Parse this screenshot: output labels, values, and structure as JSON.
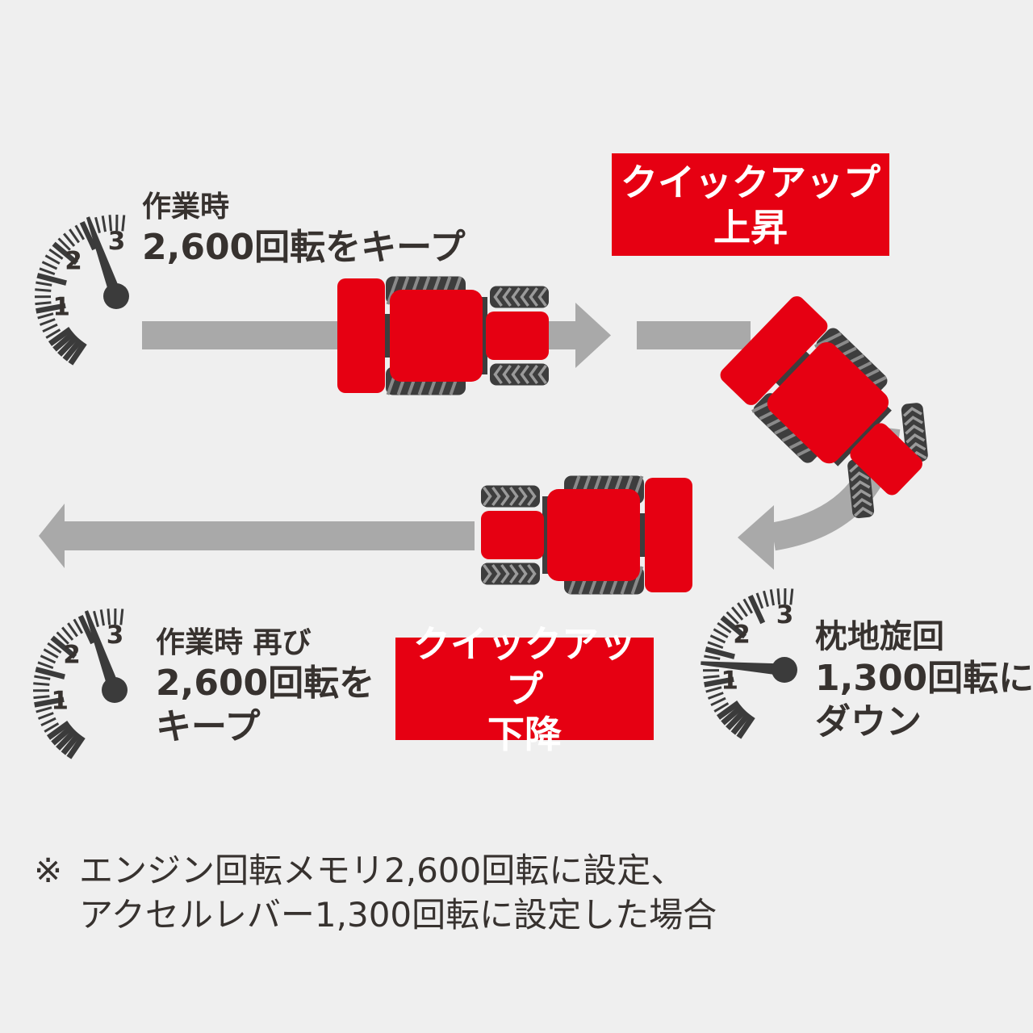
{
  "colors": {
    "background": "#efefef",
    "accent_red": "#e60012",
    "arrow_gray": "#a9a9a9",
    "ink": "#37322f",
    "badge_text": "#ffffff"
  },
  "icons": [
    "tachometer-icon",
    "tractor-top-view-icon",
    "right-arrow-icon",
    "left-arrow-icon",
    "curved-turn-arrow-icon"
  ],
  "gauges": [
    {
      "name": "work-rpm-top-left",
      "value": 2.6,
      "scale_labels": [
        "1",
        "2",
        "3"
      ]
    },
    {
      "name": "work-rpm-bottom-left",
      "value": 2.6,
      "scale_labels": [
        "1",
        "2",
        "3"
      ]
    },
    {
      "name": "headland-rpm-bottom-right",
      "value": 1.3,
      "scale_labels": [
        "1",
        "2",
        "3"
      ]
    }
  ],
  "annotations": {
    "top_left": {
      "line1": "作業時",
      "line2": "2,600回転をキープ"
    },
    "bottom_left": {
      "line1": "作業時 再び",
      "line2": "2,600回転を",
      "line3": "キープ"
    },
    "bottom_right": {
      "line1": "枕地旋回",
      "line2": "1,300回転に",
      "line3": "ダウン"
    }
  },
  "badges": {
    "rise": {
      "line1": "クイックアップ",
      "line2": "上昇"
    },
    "lower": {
      "line1": "クイックアップ",
      "line2": "下降"
    }
  },
  "footnote": {
    "marker": "※",
    "line1": "エンジン回転メモリ2,600回転に設定、",
    "line2": "アクセルレバー1,300回転に設定した場合"
  }
}
